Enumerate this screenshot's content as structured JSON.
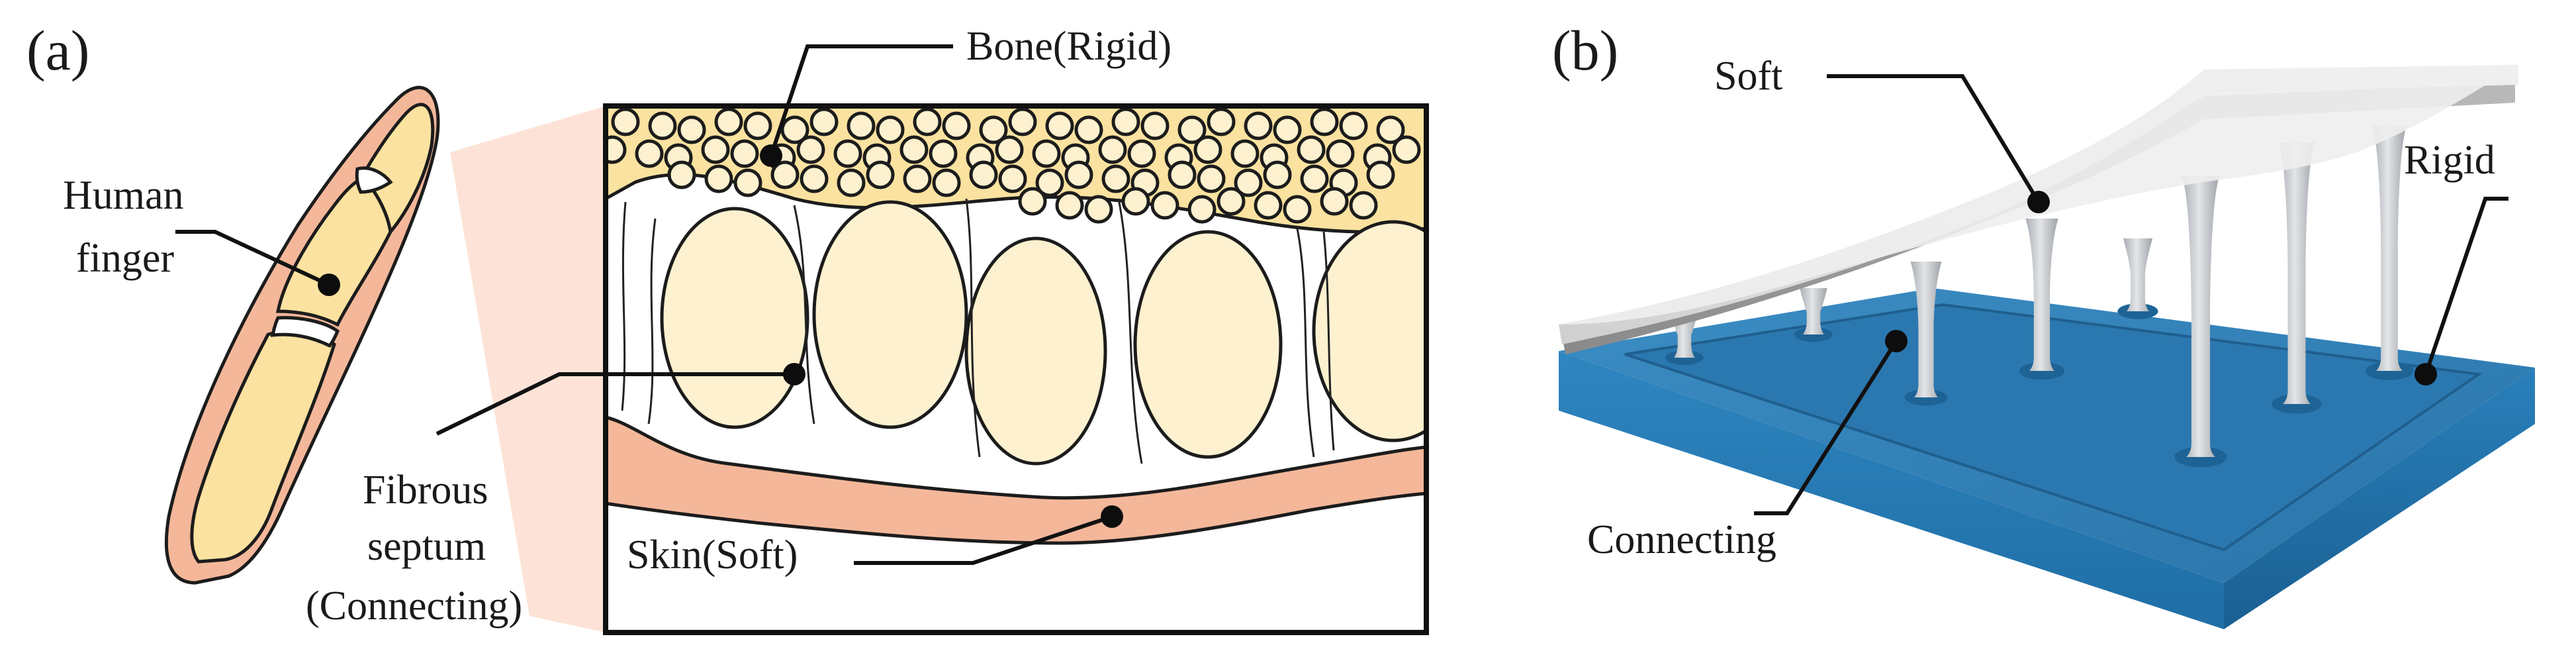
{
  "panel_a": {
    "tag": "(a)",
    "labels": {
      "human_finger_1": "Human",
      "human_finger_2": "finger",
      "bone": "Bone(Rigid)",
      "fibrous_1": "Fibrous",
      "fibrous_2": "septum",
      "fibrous_3": "(Connecting)",
      "skin": "Skin(Soft)"
    }
  },
  "panel_b": {
    "tag": "(b)",
    "labels": {
      "soft": "Soft",
      "rigid": "Rigid",
      "connecting": "Connecting"
    }
  },
  "colors": {
    "skin": "#f4b79a",
    "bone": "#fbe2a0",
    "fat": "#fdf1cf",
    "zoom_wedge": "#fde3d7",
    "base_blue": "#2f7fb7",
    "soft_layer": "#e2e2e2",
    "pillar": "#cfd2d6"
  }
}
